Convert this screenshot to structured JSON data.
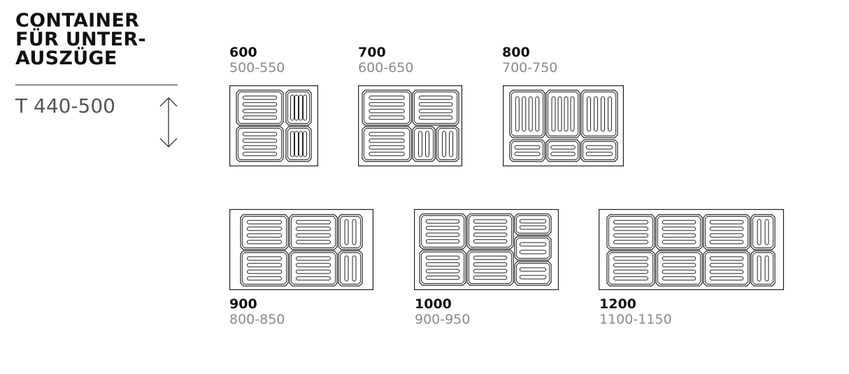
{
  "title_lines": [
    "CONTAINER",
    "FÜR UNTER-",
    "AUSZÜGE"
  ],
  "depth": "T 440-500",
  "icons": {
    "depth_arrow": "double-vertical-arrow-icon",
    "insert": "drawer-insert-tray-icon"
  },
  "colors": {
    "line": "#222222",
    "muted": "#8a8a8a"
  },
  "trays": [
    {
      "width": "600",
      "range": "500-550"
    },
    {
      "width": "700",
      "range": "600-650"
    },
    {
      "width": "800",
      "range": "700-750"
    },
    {
      "width": "900",
      "range": "800-850"
    },
    {
      "width": "1000",
      "range": "900-950"
    },
    {
      "width": "1200",
      "range": "1100-1150"
    }
  ]
}
